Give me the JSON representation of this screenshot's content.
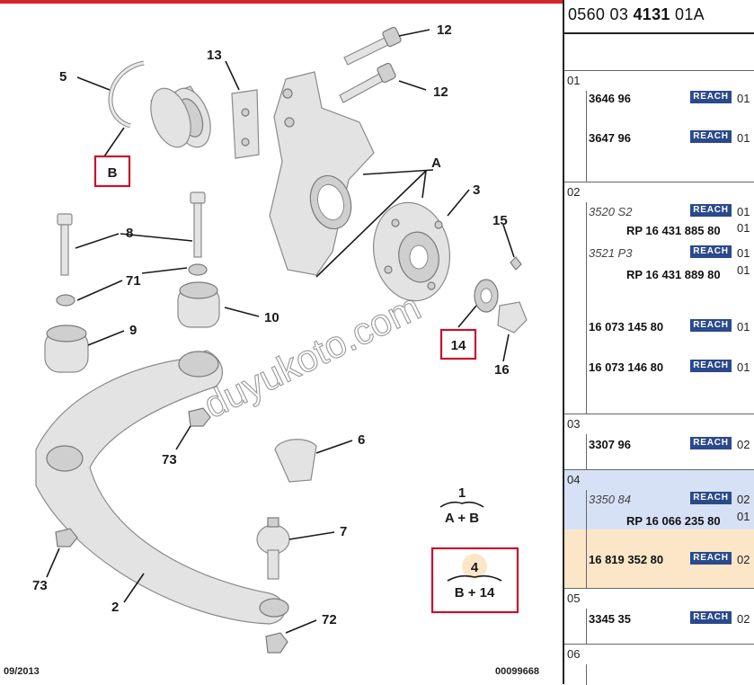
{
  "document_ref": {
    "prefix": "0560 03 ",
    "bold": "4131",
    "suffix": " 01A"
  },
  "diagram": {
    "callouts": [
      "12",
      "12",
      "13",
      "5",
      "A",
      "3",
      "15",
      "8",
      "71",
      "10",
      "9",
      "14",
      "16",
      "73",
      "6",
      "1",
      "7",
      "4",
      "73",
      "2",
      "72"
    ],
    "highlight_labels": {
      "b": "B",
      "fourteen": "14"
    },
    "formula_1": {
      "num": "1",
      "expr": "A + B"
    },
    "formula_4": {
      "num": "4",
      "expr": "B + 14"
    },
    "watermark": "duyukoto.com",
    "footer_date": "09/2013",
    "footer_ref": "00099668"
  },
  "badge_label": "REACH",
  "groups": [
    {
      "num": "01",
      "rows": [
        {
          "pn": "3646 96",
          "qty": "01"
        },
        {
          "pn": "3647 96",
          "qty": "01"
        }
      ]
    },
    {
      "num": "02",
      "rows": [
        {
          "pn": "3520 S2",
          "qty": "01",
          "sub": "RP 16 431 885 80",
          "sub_qty": "01"
        },
        {
          "pn": "3521 P3",
          "qty": "01",
          "sub": "RP 16 431 889 80",
          "sub_qty": "01"
        },
        {
          "pn": "16 073 145 80",
          "qty": "01"
        },
        {
          "pn": "16 073 146 80",
          "qty": "01"
        }
      ]
    },
    {
      "num": "03",
      "rows": [
        {
          "pn": "3307 96",
          "qty": "02"
        }
      ]
    },
    {
      "num": "04",
      "rows": [
        {
          "pn": "3350 84",
          "qty": "02",
          "sub": "RP 16 066 235 80",
          "sub_qty": "01"
        },
        {
          "pn": "16 819 352 80",
          "qty": "02"
        }
      ]
    },
    {
      "num": "05",
      "rows": [
        {
          "pn": "3345 35",
          "qty": "02"
        }
      ]
    },
    {
      "num": "06",
      "rows": []
    }
  ],
  "colors": {
    "accent_red": "#c8102e",
    "badge_blue": "#2b4a8c",
    "highlight_blue": "#d7e1f5",
    "highlight_orange": "#fce6c8"
  }
}
